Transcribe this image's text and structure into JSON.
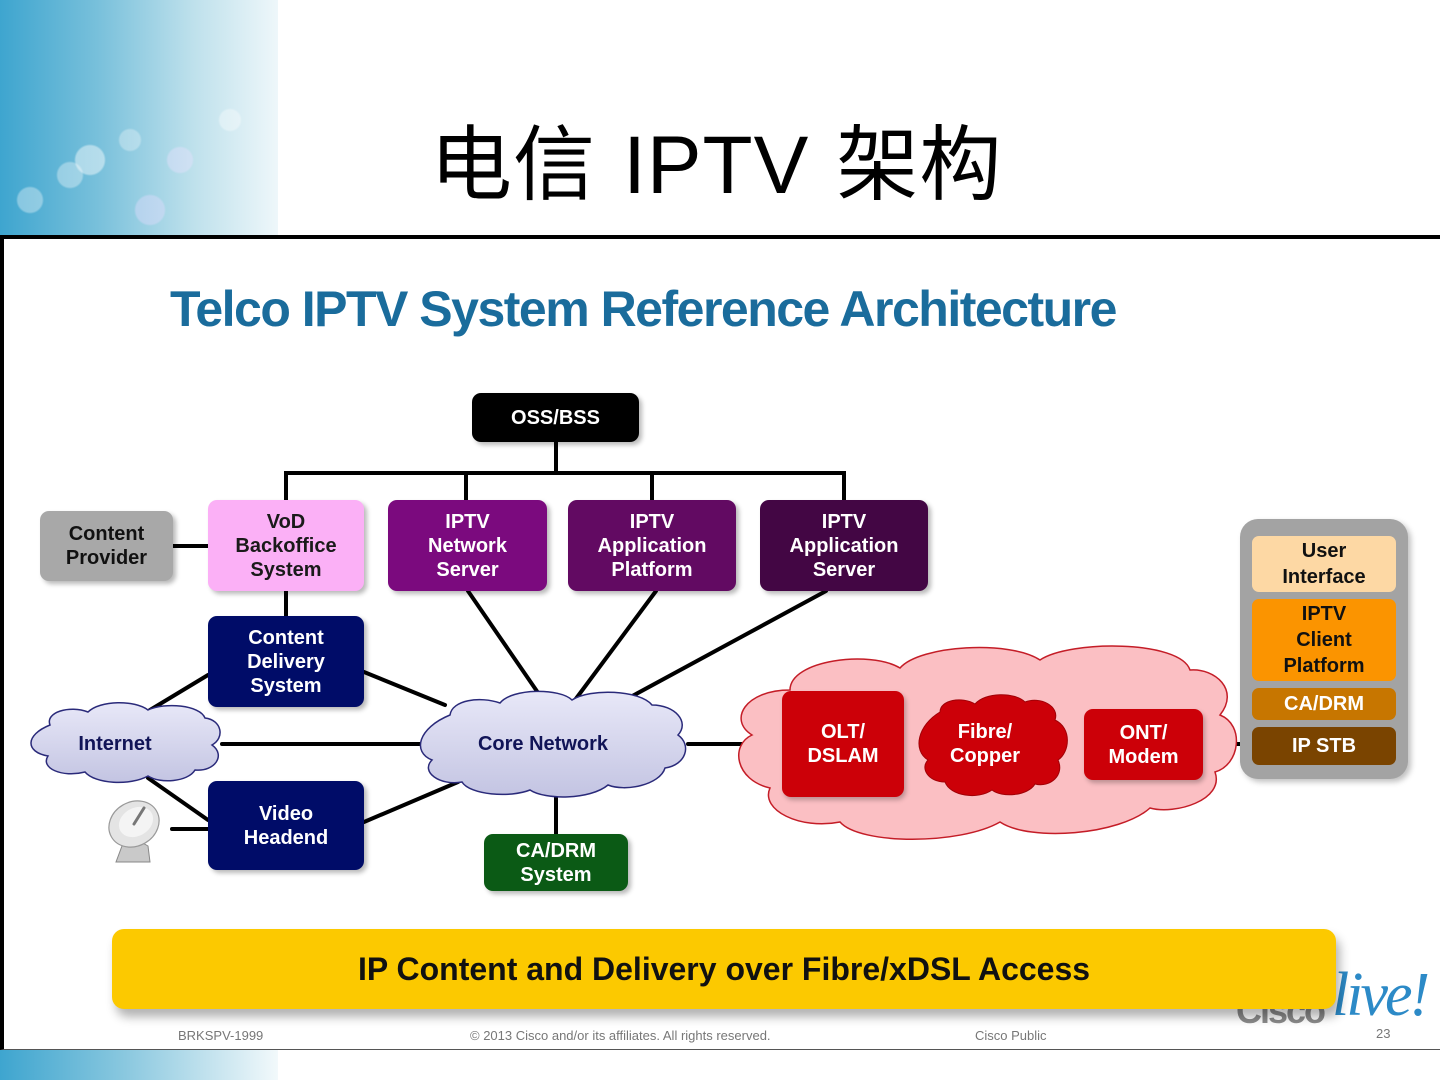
{
  "page": {
    "cn_title_prefix": "电信 ",
    "cn_title_latin": "IPTV",
    "cn_title_suffix": " 架构",
    "slide_title": "Telco IPTV System Reference Architecture"
  },
  "nodes": {
    "oss_bss": "OSS/BSS",
    "content_provider": "Content\nProvider",
    "vod_backoffice": "VoD\nBackoffice\nSystem",
    "iptv_network_server": "IPTV\nNetwork\nServer",
    "iptv_application_platform": "IPTV\nApplication\nPlatform",
    "iptv_application_server": "IPTV\nApplication\nServer",
    "content_delivery": "Content\nDelivery\nSystem",
    "video_headend": "Video\nHeadend",
    "ca_drm_system": "CA/DRM\nSystem",
    "olt_dslam": "OLT/\nDSLAM",
    "ont_modem": "ONT/\nModem"
  },
  "clouds": {
    "internet": "Internet",
    "core_network": "Core Network",
    "fibre_copper": "Fibre/\nCopper"
  },
  "stb_stack": {
    "user_interface": "User\nInterface",
    "iptv_client_platform": "IPTV\nClient\nPlatform",
    "ca_drm": "CA/DRM",
    "ip_stb": "IP STB"
  },
  "icons": {
    "satellite_dish": "satellite-dish-icon"
  },
  "banner": "IP Content and Delivery over Fibre/xDSL Access",
  "footer": {
    "session_code": "BRKSPV-1999",
    "copyright": "© 2013 Cisco and/or its affiliates. All rights reserved.",
    "classification": "Cisco Public",
    "page_number": "23",
    "logo_cisco": "Cisco",
    "logo_live": "live!"
  },
  "colors": {
    "title_blue": "#1a6c9c",
    "oss": "#000000",
    "content_provider": "#a8a8a8",
    "vod_pink": "#fbb0f6",
    "network_server": "#7b0a7e",
    "app_platform": "#620a62",
    "app_server": "#430644",
    "navy": "#000c68",
    "green": "#0b5a15",
    "red": "#cc0008",
    "access_cloud": "#fbbfc3",
    "user_interface": "#fdd8a4",
    "client_platform": "#fb9400",
    "ca_drm_layer": "#c77600",
    "ip_stb_layer": "#7a4400",
    "banner_yellow": "#fcc900"
  }
}
